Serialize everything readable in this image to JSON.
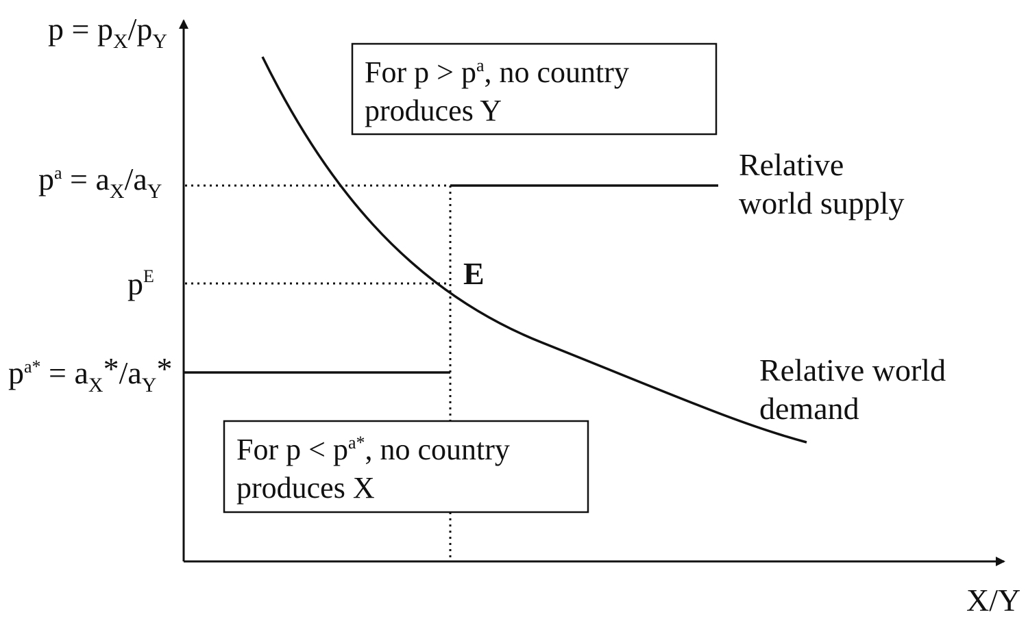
{
  "diagram": {
    "y_axis": {
      "var": "p = p",
      "x": "X",
      "slash": "/p",
      "y": "Y"
    },
    "x_axis": {
      "label": "X/Y"
    },
    "price_autarky_home": {
      "base": "p",
      "sup": "a",
      "eq": " = a",
      "x": "X",
      "slash": "/a",
      "y": "Y"
    },
    "price_equilibrium": {
      "base": "p",
      "sup": "E"
    },
    "price_autarky_foreign": {
      "base": "p",
      "sup": "a*",
      "eq": " = a",
      "x": "X",
      "star1": "*",
      "slash": "/a",
      "y": "Y",
      "star2": "*"
    },
    "equilibrium_point": "E",
    "supply_label": [
      "Relative",
      "world supply"
    ],
    "demand_label": [
      "Relative world",
      "demand"
    ],
    "box_top": {
      "line1_start": "For p > p",
      "line1_sup": "a",
      "line1_end": ", no country",
      "line2": "produces Y"
    },
    "box_bottom": {
      "line1_start": "For p < p",
      "line1_sup": "a*",
      "line1_end": ", no country",
      "line2": "produces X"
    }
  },
  "colors": {
    "ink": "#111111",
    "background": "#ffffff"
  }
}
